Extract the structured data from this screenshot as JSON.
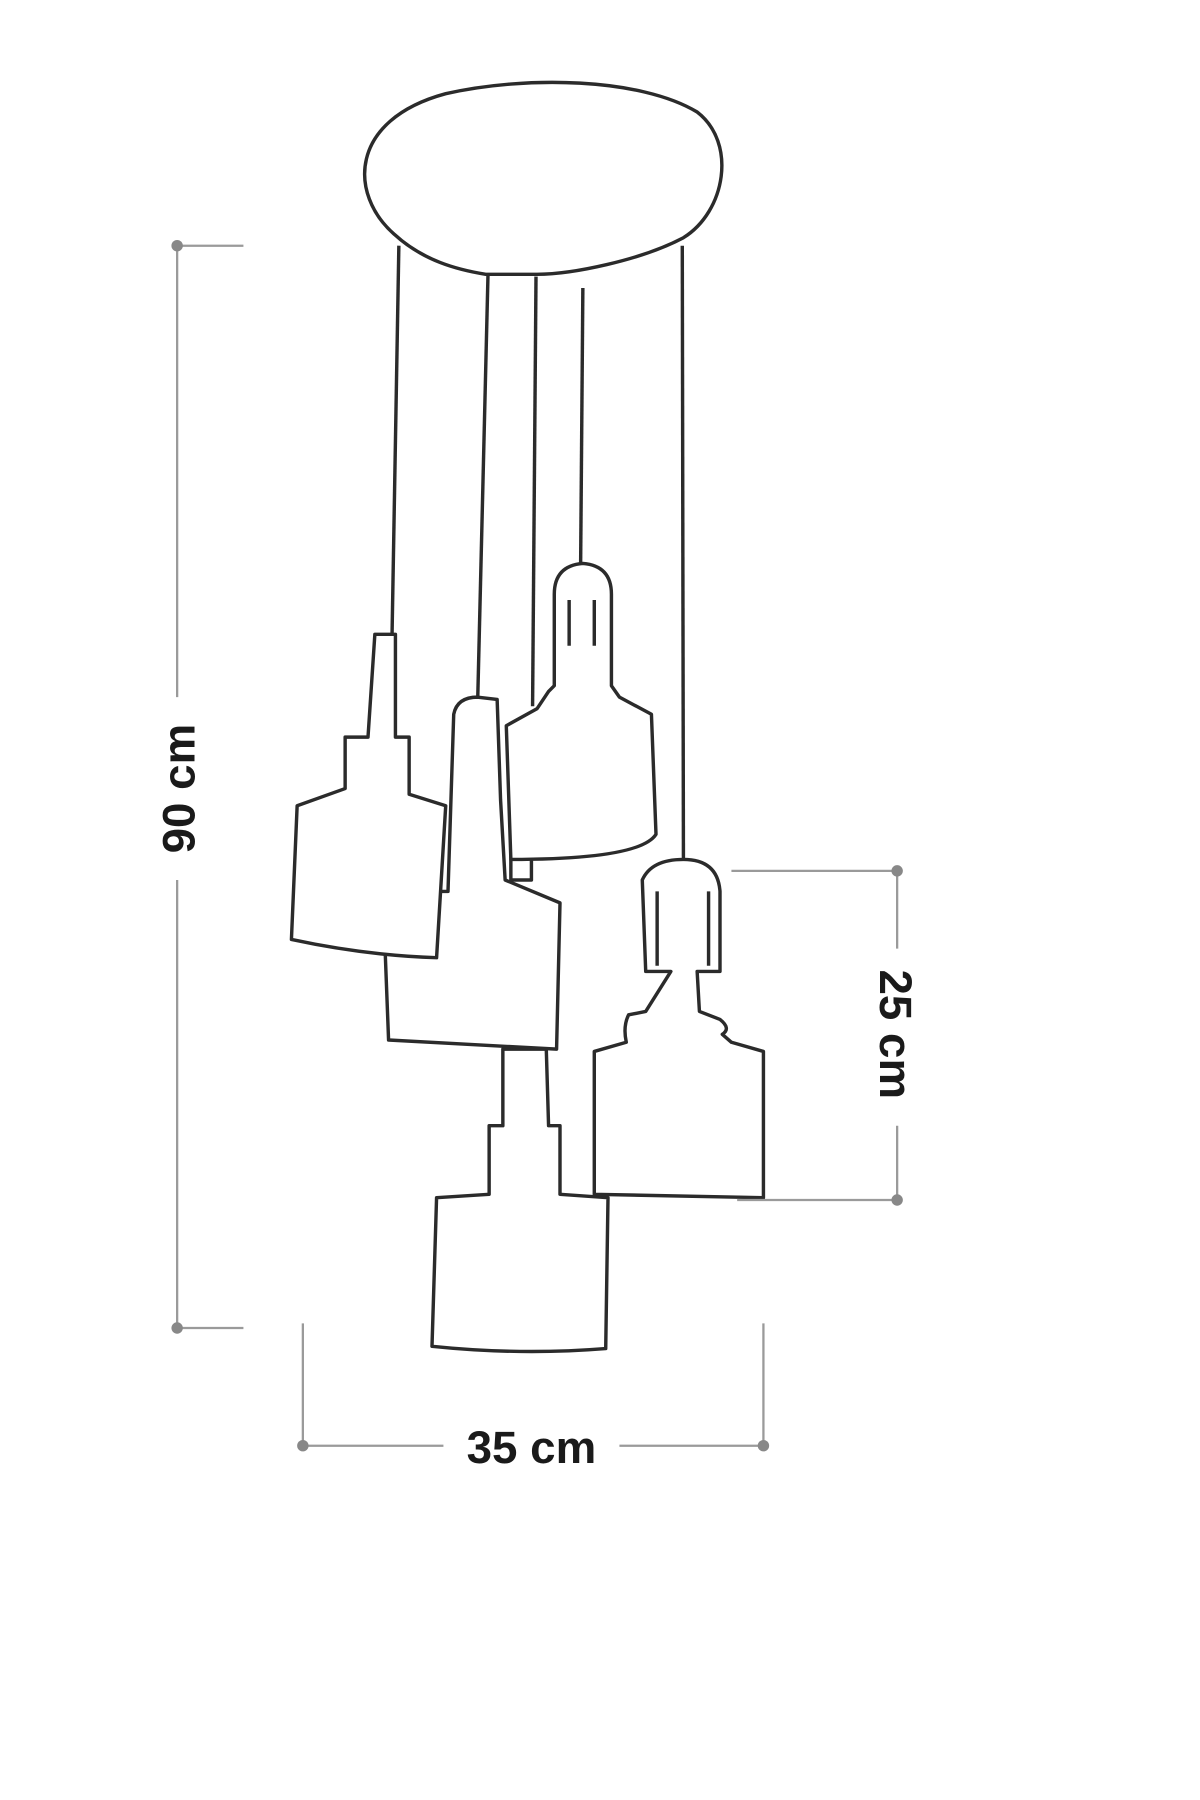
{
  "dimensions": {
    "height_total": "90 cm",
    "width_total": "35 cm",
    "shade_height": "25 cm"
  },
  "colors": {
    "outline": "#2b2b2b",
    "dimension_line": "#9a9a9a",
    "label": "#1a1a1a"
  }
}
